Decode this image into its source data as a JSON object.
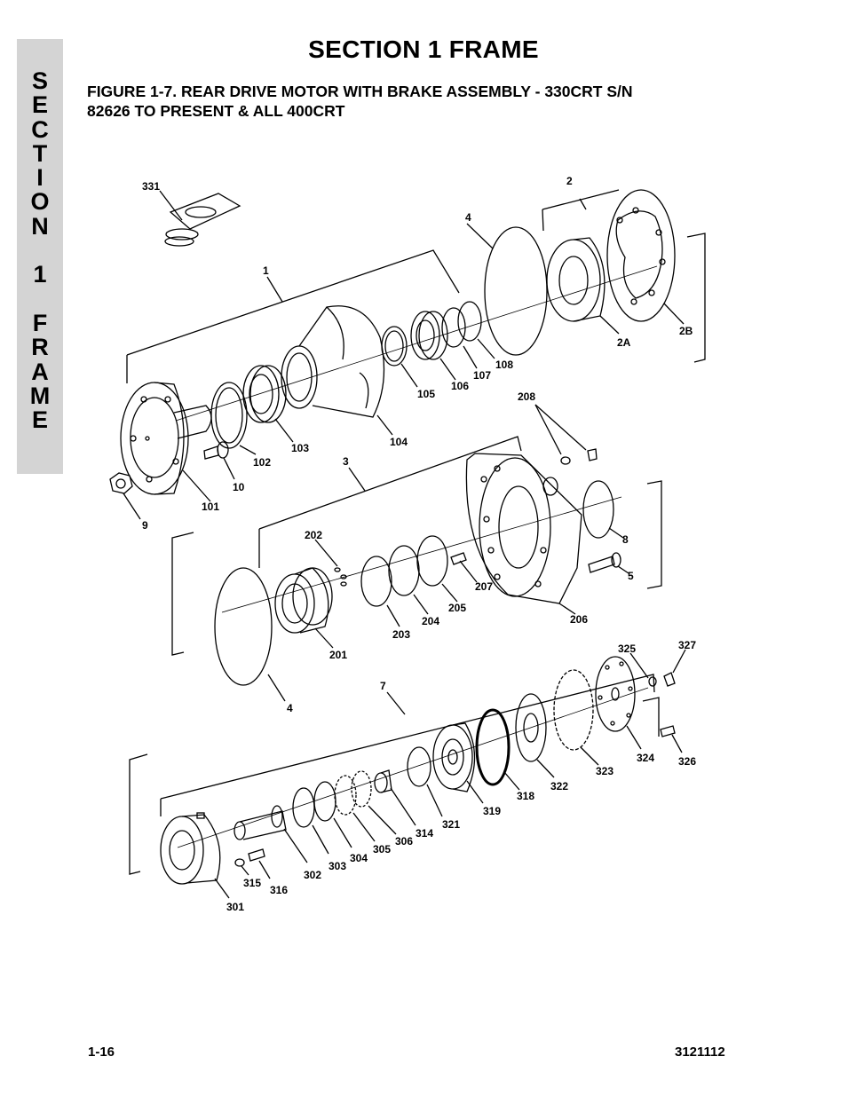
{
  "side_tab": {
    "letters": [
      "S",
      "E",
      "C",
      "T",
      "I",
      "O",
      "N",
      "",
      "1",
      "",
      "F",
      "R",
      "A",
      "M",
      "E"
    ]
  },
  "header": {
    "section_title": "SECTION 1  FRAME",
    "figure_title_line1": "FIGURE 1-7.     REAR DRIVE MOTOR WITH BRAKE ASSEMBLY - 330CRT S/N",
    "figure_title_line2": "82626 TO PRESENT & ALL 400CRT"
  },
  "callouts": {
    "c331": "331",
    "c2": "2",
    "c4a": "4",
    "c1": "1",
    "c2A": "2A",
    "c2B": "2B",
    "c108": "108",
    "c107": "107",
    "c106": "106",
    "c105": "105",
    "c104": "104",
    "c103": "103",
    "c102": "102",
    "c10": "10",
    "c101": "101",
    "c9": "9",
    "c208": "208",
    "c3": "3",
    "c8": "8",
    "c5": "5",
    "c202": "202",
    "c207": "207",
    "c206": "206",
    "c205": "205",
    "c204": "204",
    "c203": "203",
    "c201": "201",
    "c4b": "4",
    "c7": "7",
    "c325": "325",
    "c327": "327",
    "c326": "326",
    "c324": "324",
    "c323": "323",
    "c322": "322",
    "c318": "318",
    "c319": "319",
    "c321": "321",
    "c314": "314",
    "c306": "306",
    "c305": "305",
    "c304": "304",
    "c303": "303",
    "c302": "302",
    "c316": "316",
    "c315": "315",
    "c301": "301"
  },
  "footer": {
    "page_number": "1-16",
    "doc_number": "3121112"
  }
}
